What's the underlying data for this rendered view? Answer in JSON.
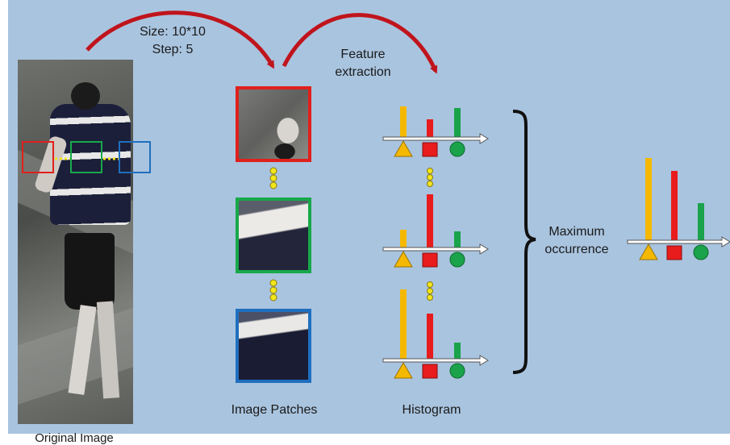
{
  "labels": {
    "size": "Size: 10*10",
    "step": "Step: 5",
    "feature_line1": "Feature",
    "feature_line2": "extraction",
    "original_image": "Original Image",
    "image_patches": "Image Patches",
    "histogram": "Histogram",
    "maximum_line1": "Maximum",
    "maximum_line2": "occurrence"
  },
  "colors": {
    "background": "#a9c4df",
    "arrow_red": "#c0141c",
    "patch_red": "#e0201c",
    "patch_green": "#18a84a",
    "patch_blue": "#1f6fbf",
    "bar_yellow": "#f5b800",
    "bar_red": "#e81c1c",
    "bar_green": "#1aa34a",
    "dot_yellow": "#f2e61c"
  },
  "icons": {
    "triangle": "triangle-icon",
    "square": "square-icon",
    "circle": "circle-icon"
  },
  "chart_data": {
    "type": "bar",
    "categories": [
      "triangle",
      "square",
      "circle"
    ],
    "series": [
      {
        "values": [
          1.0,
          0.6,
          0.95
        ]
      },
      {
        "values": [
          0.6,
          1.7,
          0.55
        ]
      },
      {
        "values": [
          2.2,
          1.45,
          0.55
        ]
      },
      {
        "values": [
          2.6,
          2.2,
          1.2
        ]
      }
    ]
  }
}
